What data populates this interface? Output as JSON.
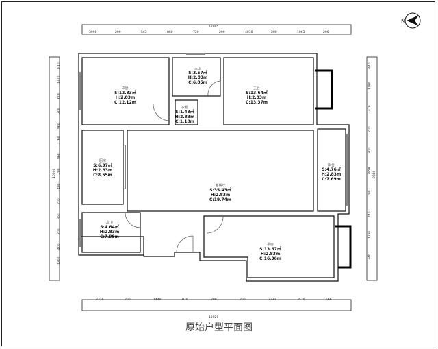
{
  "title": "原始户型平面图",
  "compass": "N",
  "dims": {
    "top_total": "12005",
    "top": [
      "3990",
      "200",
      "563",
      "860",
      "720",
      "200",
      "4030",
      "200",
      "1063",
      "200"
    ],
    "bottom_total": "12020",
    "bottom": [
      "2330",
      "200",
      "1440",
      "970",
      "200",
      "200",
      "2231",
      "3570",
      "666"
    ],
    "left_total": "10040",
    "left": [
      "810",
      "1370",
      "600",
      "200",
      "960",
      "1760",
      "960",
      "200",
      "400",
      "200",
      "960",
      "200",
      "400",
      "1200"
    ],
    "right_total": "9880",
    "right": [
      "440",
      "1790",
      "470",
      "200",
      "200",
      "2958",
      "200",
      "440",
      "1790",
      "340"
    ]
  },
  "rooms": [
    {
      "name": "次卧",
      "s": "S:12.33㎡",
      "h": "H:2.83m",
      "c": "C:12.12m"
    },
    {
      "name": "主卫",
      "s": "S:3.57㎡",
      "h": "H:2.83m",
      "c": "C:6.85m"
    },
    {
      "name": "主卧",
      "s": "S:13.64㎡",
      "h": "H:2.83m",
      "c": "C:13.37m"
    },
    {
      "name": "衣帽",
      "s": "S:1.43㎡",
      "h": "H:2.83m",
      "c": "C:1.10m"
    },
    {
      "name": "厨房",
      "s": "S:6.37㎡",
      "h": "H:2.83m",
      "c": "C:8.55m"
    },
    {
      "name": "客餐厅",
      "s": "S:35.43㎡",
      "h": "H:2.83m",
      "c": "C:19.74m"
    },
    {
      "name": "阳台",
      "s": "S:4.76㎡",
      "h": "H:2.83m",
      "c": "C:7.69m"
    },
    {
      "name": "次卫",
      "s": "S:4.64㎡",
      "h": "H:2.83m",
      "c": "C:7.98m"
    },
    {
      "name": "书房",
      "s": "S:13.67㎡",
      "h": "H:2.83m",
      "c": "C:16.36m"
    }
  ]
}
